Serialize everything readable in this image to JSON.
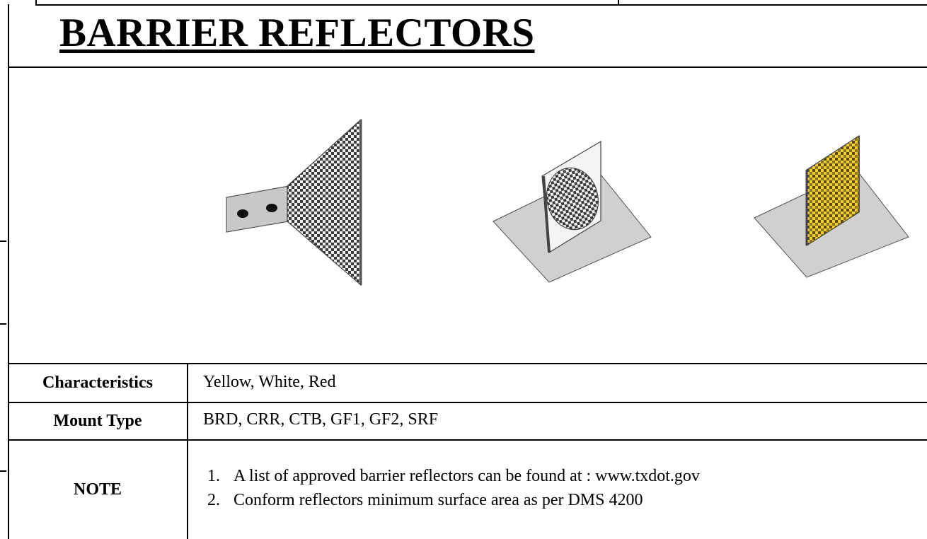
{
  "document": {
    "title": "BARRIER REFLECTORS",
    "illustrations": [
      {
        "name": "bracket-mounted-reflector",
        "pattern": "checker",
        "color": "#b8b8b8"
      },
      {
        "name": "angle-mounted-round-reflector",
        "pattern": "checker",
        "color": "#b8b8b8"
      },
      {
        "name": "angle-mounted-yellow-reflector",
        "pattern": "checker",
        "color": "#e8c72a"
      }
    ],
    "rows": {
      "characteristics": {
        "label": "Characteristics",
        "value": "Yellow, White, Red"
      },
      "mount_type": {
        "label": "Mount Type",
        "value": "BRD, CRR, CTB, GF1, GF2, SRF"
      },
      "note": {
        "label": "NOTE",
        "items": [
          {
            "number": "1.",
            "text": "A list of approved barrier reflectors can be found at : www.txdot.gov"
          },
          {
            "number": "2.",
            "text": "Conform reflectors minimum surface area as per DMS 4200"
          }
        ]
      }
    }
  }
}
